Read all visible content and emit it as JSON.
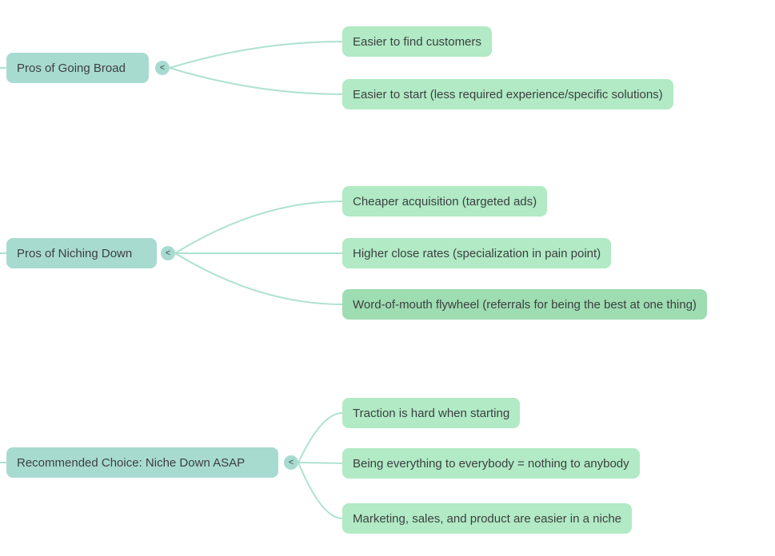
{
  "canvas": {
    "background": "#ffffff"
  },
  "colors": {
    "parent_node_bg": "#a8dbd0",
    "child_node_bg": "#b1eac4",
    "child_node_highlight_bg": "#9edcb1",
    "connector": "#aee2cf",
    "text": "#3c4043"
  },
  "mindmap": {
    "branches": [
      {
        "label": "Pros of Going Broad",
        "collapse_label": "<",
        "children": [
          {
            "label": "Easier to find customers"
          },
          {
            "label": "Easier to start (less required experience/specific solutions)"
          }
        ]
      },
      {
        "label": "Pros of Niching Down",
        "collapse_label": "<",
        "children": [
          {
            "label": "Cheaper acquisition (targeted ads)"
          },
          {
            "label": "Higher close rates (specialization in pain point)"
          },
          {
            "label": "Word-of-mouth flywheel (referrals for being the best at one thing)",
            "highlight": true
          }
        ]
      },
      {
        "label": "Recommended Choice: Niche Down ASAP",
        "collapse_label": "<",
        "children": [
          {
            "label": "Traction is hard when starting"
          },
          {
            "label": "Being everything to everybody = nothing to anybody"
          },
          {
            "label": "Marketing, sales, and product are easier in a niche"
          }
        ]
      }
    ]
  }
}
